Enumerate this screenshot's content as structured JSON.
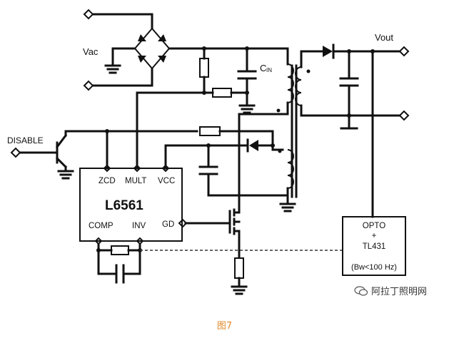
{
  "labels": {
    "vac": "Vac",
    "vout": "Vout",
    "cin": "C",
    "cin_sub": "IN",
    "disable": "DISABLE",
    "chip_name": "L6561",
    "pin_zcd": "ZCD",
    "pin_mult": "MULT",
    "pin_vcc": "VCC",
    "pin_gd": "GD",
    "pin_comp": "COMP",
    "pin_inv": "INV",
    "opto_line1": "OPTO",
    "opto_line2": "+",
    "opto_line3": "TL431",
    "opto_line4": "(Bw<100 Hz)"
  },
  "watermark": "阿拉丁照明网",
  "caption": "图7",
  "colors": {
    "caption": "#e08a2a",
    "ink": "#111111"
  }
}
